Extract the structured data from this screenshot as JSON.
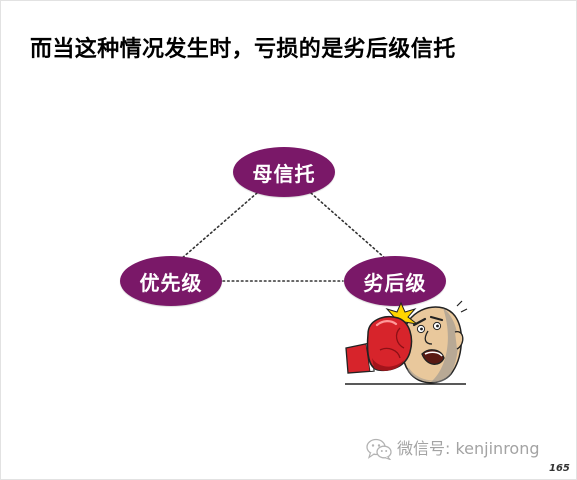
{
  "slide": {
    "title": "而当这种情况发生时，亏损的是劣后级信托",
    "page_number": "165"
  },
  "diagram": {
    "nodes": [
      {
        "label": "母信托"
      },
      {
        "label": "优先级"
      },
      {
        "label": "劣后级"
      }
    ]
  },
  "illustration": {
    "icon": "boxing-glove-punch-icon"
  },
  "watermark": {
    "icon": "wechat-icon",
    "text": "微信号: kenjinrong"
  },
  "colors": {
    "node_fill": "#7a1868",
    "node_text": "#ffffff",
    "title": "#000000",
    "watermark": "#a3a3a3"
  }
}
